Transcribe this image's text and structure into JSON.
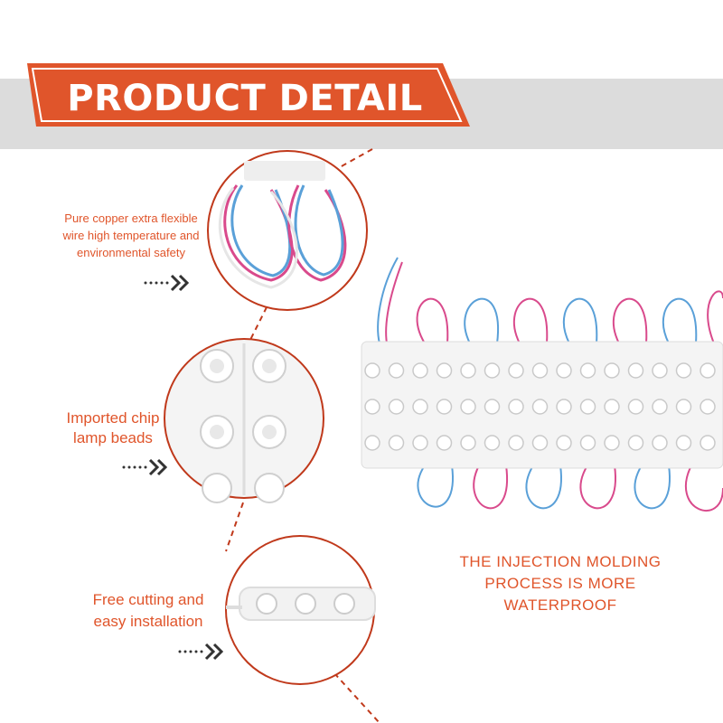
{
  "header": {
    "title": "PRODUCT DETAIL"
  },
  "features": [
    {
      "line1": "Pure copper extra flexible",
      "line2": "wire high temperature and",
      "line3": "environmental safety"
    },
    {
      "line1": "Imported chip",
      "line2": "lamp beads"
    },
    {
      "line1": "Free cutting and",
      "line2": "easy installation"
    }
  ],
  "callout": {
    "line1": "THE INJECTION MOLDING",
    "line2": "PROCESS IS MORE",
    "line3": "WATERPROOF"
  },
  "colors": {
    "accent": "#e0552b",
    "band": "#dcdcdc",
    "dash": "#c0391b"
  }
}
